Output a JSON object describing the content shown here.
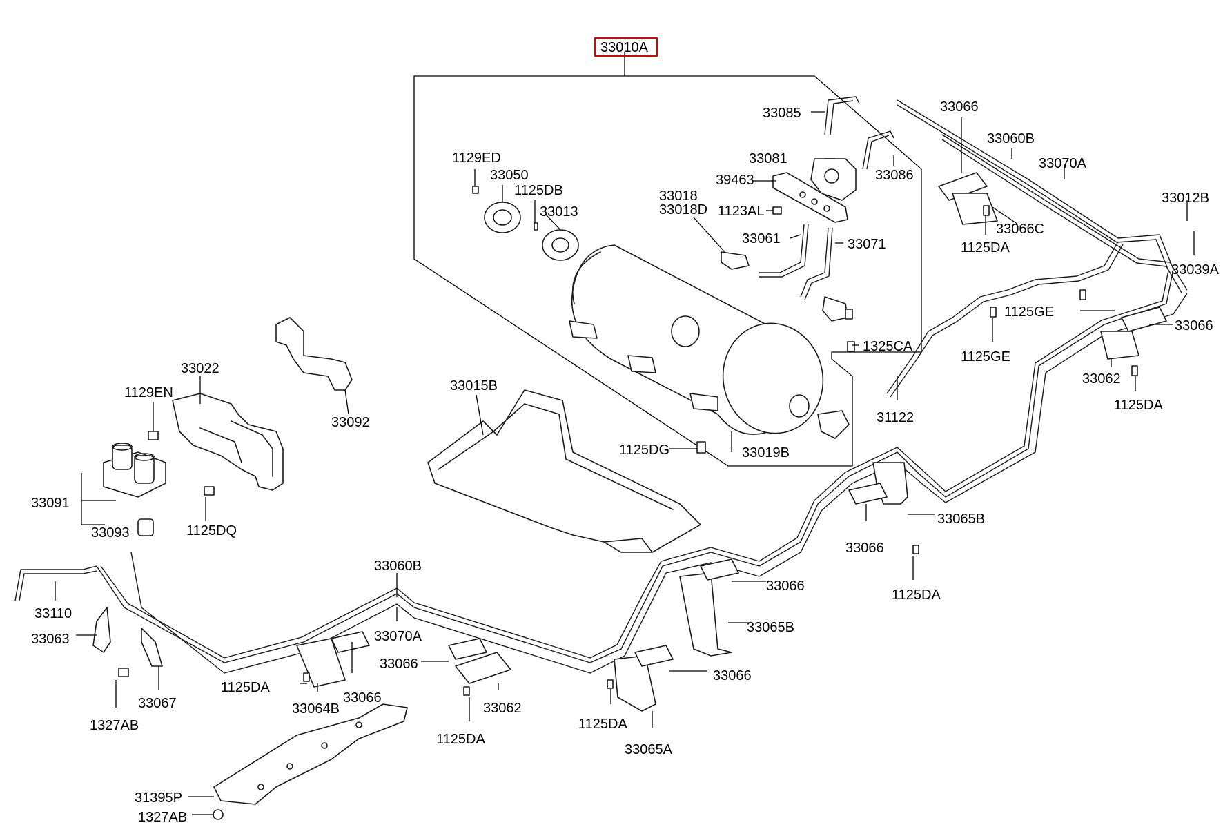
{
  "colors": {
    "highlight": "#e00000",
    "line": "#1a1a1a",
    "background": "#ffffff"
  },
  "assembly": {
    "highlighted_part": "33010A"
  },
  "labels": {
    "l_33010A": "33010A",
    "l_33085": "33085",
    "l_33066_a": "33066",
    "l_33060B_a": "33060B",
    "l_33070A_a": "33070A",
    "l_1129ED": "1129ED",
    "l_33050": "33050",
    "l_1125DB": "1125DB",
    "l_33013": "33013",
    "l_33081": "33081",
    "l_33086": "33086",
    "l_39463": "39463",
    "l_33018": "33018",
    "l_33018D": "33018D",
    "l_1123AL": "1123AL",
    "l_33061": "33061",
    "l_33071": "33071",
    "l_33012B": "33012B",
    "l_33066C": "33066C",
    "l_1125DA_a": "1125DA",
    "l_33039A": "33039A",
    "l_1125GE_a": "1125GE",
    "l_33066_b": "33066",
    "l_1325CA": "1325CA",
    "l_1125GE_b": "1125GE",
    "l_33062_a": "33062",
    "l_1125DA_b": "1125DA",
    "l_31122": "31122",
    "l_33022": "33022",
    "l_1129EN": "1129EN",
    "l_33015B": "33015B",
    "l_33092": "33092",
    "l_1125DG": "1125DG",
    "l_33019B": "33019B",
    "l_33091": "33091",
    "l_33093": "33093",
    "l_1125DQ": "1125DQ",
    "l_33065B_a": "33065B",
    "l_33066_c": "33066",
    "l_1125DA_c": "1125DA",
    "l_33060B_b": "33060B",
    "l_33066_d": "33066",
    "l_33110": "33110",
    "l_33070A_b": "33070A",
    "l_33065B_b": "33065B",
    "l_33063": "33063",
    "l_33066_e": "33066",
    "l_33066_f": "33066",
    "l_1125DA_d": "1125DA",
    "l_33067": "33067",
    "l_33066_g": "33066",
    "l_33064B": "33064B",
    "l_33062_b": "33062",
    "l_1327AB_a": "1327AB",
    "l_1125DA_e": "1125DA",
    "l_1125DA_f": "1125DA",
    "l_33065A": "33065A",
    "l_31395P": "31395P",
    "l_1327AB_b": "1327AB"
  }
}
